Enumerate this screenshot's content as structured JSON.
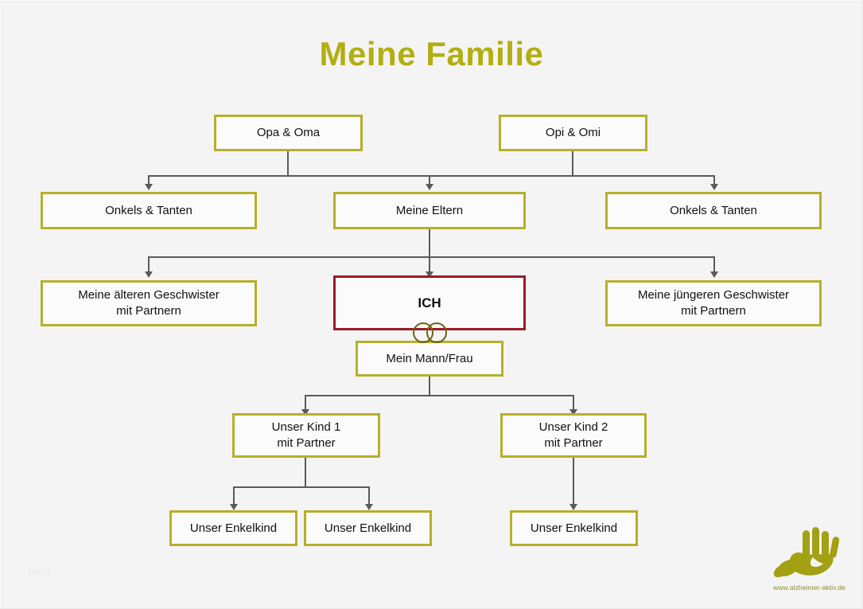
{
  "title": "Meine Familie",
  "colors": {
    "background": "#f4f4f4",
    "box_border": "#b5b02b",
    "box_fill": "#fbfbfb",
    "me_border": "#9b1b27",
    "title": "#b3ae12",
    "connector": "#5a5a5a",
    "logo": "#a3a014"
  },
  "watermark": "blog",
  "logo": {
    "icon": "hand-print-icon",
    "url": "www.alzheimer-aktiv.de"
  },
  "chart_data": {
    "type": "diagram",
    "title": "Meine Familie",
    "subtype": "family-tree",
    "generations": 5,
    "nodes": [
      {
        "id": "opa-oma",
        "label": "Opa & Oma",
        "generation": 1,
        "highlight": false
      },
      {
        "id": "opi-omi",
        "label": "Opi & Omi",
        "generation": 1,
        "highlight": false
      },
      {
        "id": "onkels-tanten-left",
        "label": "Onkels & Tanten",
        "generation": 2,
        "highlight": false
      },
      {
        "id": "meine-eltern",
        "label": "Meine Eltern",
        "generation": 2,
        "highlight": false
      },
      {
        "id": "onkels-tanten-right",
        "label": "Onkels & Tanten",
        "generation": 2,
        "highlight": false
      },
      {
        "id": "aeltere-geschwister",
        "label": "Meine älteren Geschwister\nmit Partnern",
        "generation": 3,
        "highlight": false
      },
      {
        "id": "ich",
        "label": "ICH",
        "generation": 3,
        "highlight": true
      },
      {
        "id": "juengere-geschwister",
        "label": "Meine jüngeren Geschwister\nmit Partnern",
        "generation": 3,
        "highlight": false
      },
      {
        "id": "mein-mann-frau",
        "label": "Mein Mann/Frau",
        "generation": 3,
        "highlight": false
      },
      {
        "id": "kind-1",
        "label": "Unser Kind 1\nmit Partner",
        "generation": 4,
        "highlight": false
      },
      {
        "id": "kind-2",
        "label": "Unser Kind 2\nmit Partner",
        "generation": 4,
        "highlight": false
      },
      {
        "id": "enkelkind-1",
        "label": "Unser Enkelkind",
        "generation": 5,
        "highlight": false
      },
      {
        "id": "enkelkind-2",
        "label": "Unser Enkelkind",
        "generation": 5,
        "highlight": false
      },
      {
        "id": "enkelkind-3",
        "label": "Unser Enkelkind",
        "generation": 5,
        "highlight": false
      }
    ],
    "edges": [
      {
        "from": "opa-oma",
        "to": "onkels-tanten-left",
        "type": "arrow"
      },
      {
        "from": "opa-oma",
        "to": "meine-eltern",
        "type": "arrow"
      },
      {
        "from": "opi-omi",
        "to": "meine-eltern",
        "type": "arrow"
      },
      {
        "from": "opi-omi",
        "to": "onkels-tanten-right",
        "type": "arrow"
      },
      {
        "from": "meine-eltern",
        "to": "aeltere-geschwister",
        "type": "arrow"
      },
      {
        "from": "meine-eltern",
        "to": "ich",
        "type": "arrow"
      },
      {
        "from": "meine-eltern",
        "to": "juengere-geschwister",
        "type": "arrow"
      },
      {
        "from": "ich",
        "to": "mein-mann-frau",
        "type": "marriage"
      },
      {
        "from": "mein-mann-frau",
        "to": "kind-1",
        "type": "arrow"
      },
      {
        "from": "mein-mann-frau",
        "to": "kind-2",
        "type": "arrow"
      },
      {
        "from": "kind-1",
        "to": "enkelkind-1",
        "type": "arrow"
      },
      {
        "from": "kind-1",
        "to": "enkelkind-2",
        "type": "arrow"
      },
      {
        "from": "kind-2",
        "to": "enkelkind-3",
        "type": "arrow"
      }
    ]
  },
  "nodes": {
    "opa_oma": "Opa & Oma",
    "opi_omi": "Opi & Omi",
    "onkels_tanten_left": "Onkels & Tanten",
    "meine_eltern": "Meine Eltern",
    "onkels_tanten_right": "Onkels & Tanten",
    "aeltere_geschwister_l1": "Meine älteren Geschwister",
    "aeltere_geschwister_l2": "mit Partnern",
    "ich": "ICH",
    "juengere_geschwister_l1": "Meine jüngeren Geschwister",
    "juengere_geschwister_l2": "mit Partnern",
    "mein_mann_frau": "Mein Mann/Frau",
    "kind1_l1": "Unser Kind 1",
    "kind1_l2": "mit Partner",
    "kind2_l1": "Unser Kind 2",
    "kind2_l2": "mit Partner",
    "enkelkind_1": "Unser Enkelkind",
    "enkelkind_2": "Unser Enkelkind",
    "enkelkind_3": "Unser Enkelkind"
  }
}
